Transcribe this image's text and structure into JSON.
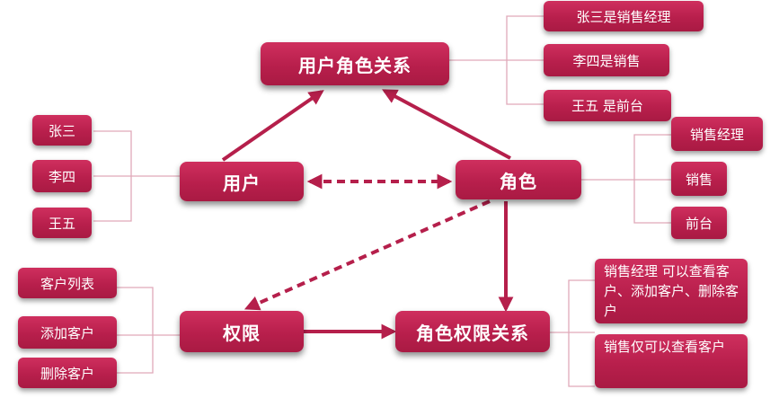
{
  "nodes": {
    "user_role_relation": "用户角色关系",
    "user": "用户",
    "role": "角色",
    "permission": "权限",
    "role_permission_relation": "角色权限关系"
  },
  "users": [
    "张三",
    "李四",
    "王五"
  ],
  "user_role_examples": [
    "张三是销售经理",
    "李四是销售",
    "王五 是前台"
  ],
  "roles": [
    "销售经理",
    "销售",
    "前台"
  ],
  "permissions": [
    "客户列表",
    "添加客户",
    "删除客户"
  ],
  "role_permission_examples": [
    "销售经理 可以查看客户、添加客户、删除客户",
    "销售仅可以查看客户"
  ],
  "colors": {
    "box": "#b81f4c",
    "arrow": "#b51f4b",
    "bracket": "#e0a9b9"
  }
}
